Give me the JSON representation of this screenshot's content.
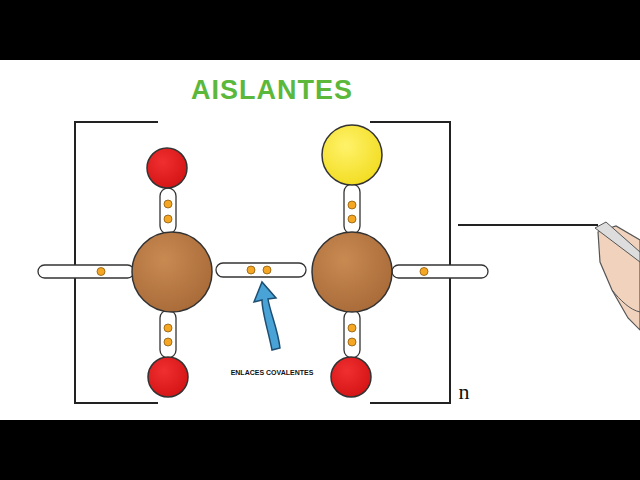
{
  "diagram": {
    "title": "AISLANTES",
    "labels": [
      "ENLACES COVALENTES",
      "n"
    ]
  }
}
